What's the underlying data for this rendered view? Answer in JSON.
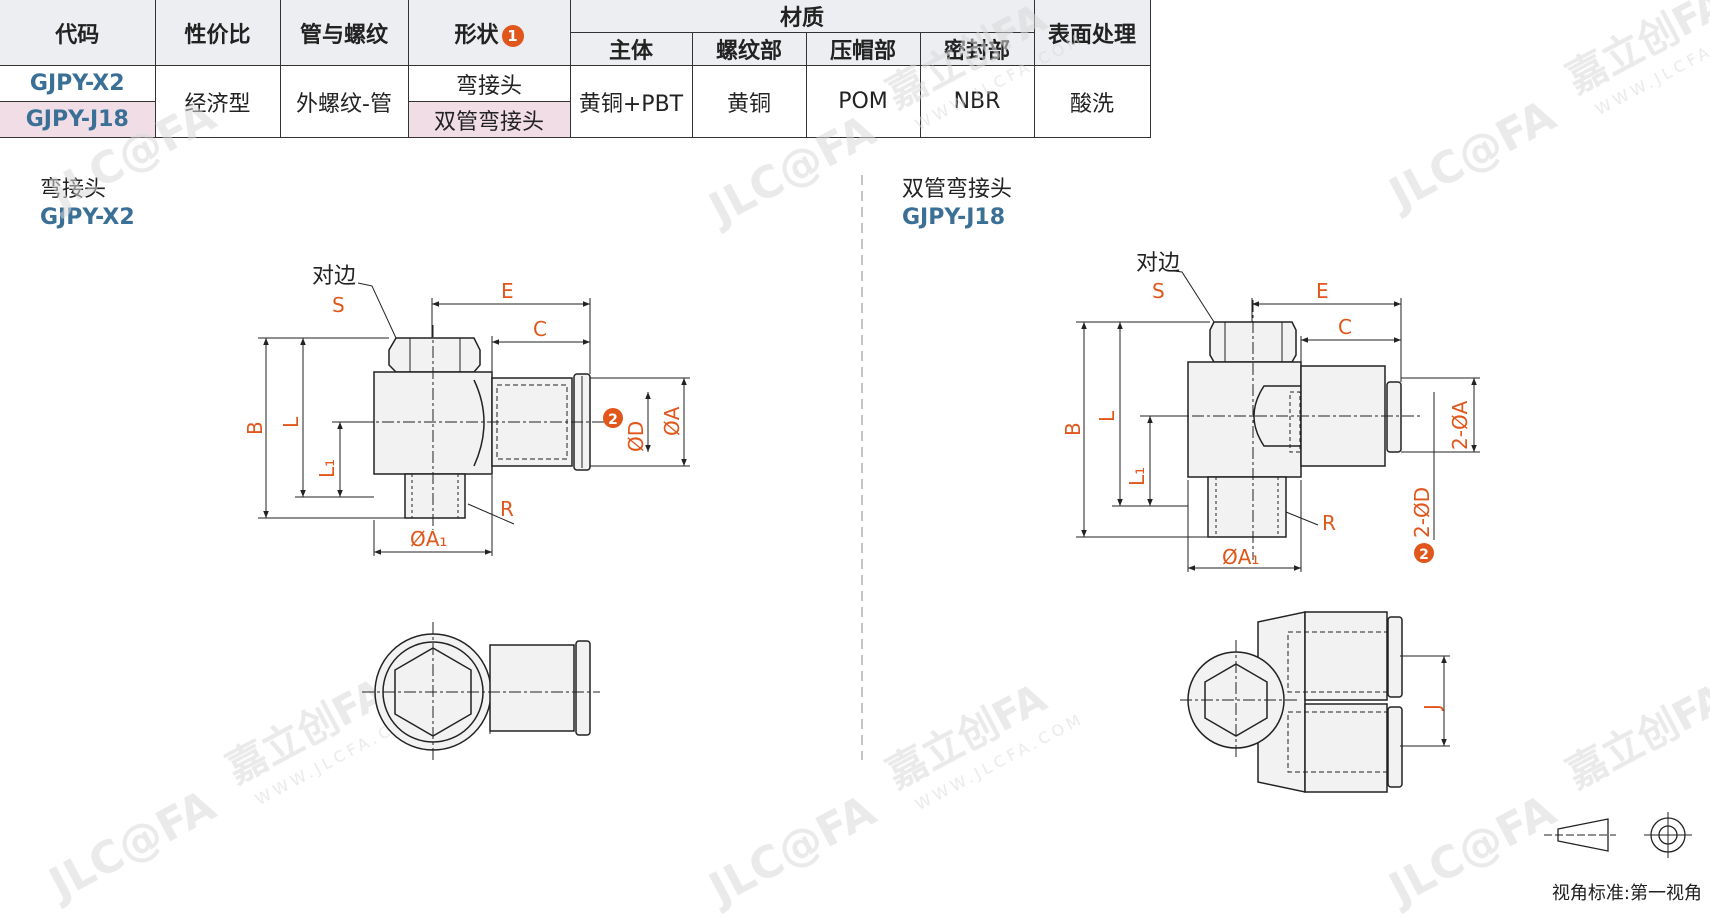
{
  "table": {
    "headers": {
      "code": "代码",
      "price_ratio": "性价比",
      "pipe_thread": "管与螺纹",
      "shape": "形状",
      "shape_badge": "1",
      "material": "材质",
      "surface": "表面处理"
    },
    "material_headers": [
      "主体",
      "螺纹部",
      "压帽部",
      "密封部"
    ],
    "rows": [
      {
        "code": "GJPY-X2",
        "shape": "弯接头"
      },
      {
        "code": "GJPY-J18",
        "shape": "双管弯接头"
      }
    ],
    "shared": {
      "price_ratio": "经济型",
      "pipe_thread": "外螺纹-管",
      "materials": [
        "黄铜+PBT",
        "黄铜",
        "POM",
        "NBR"
      ],
      "surface": "酸洗"
    }
  },
  "left_section": {
    "title": "弯接头",
    "code": "GJPY-X2",
    "labels": {
      "across_flats": "对边",
      "S": "S",
      "E": "E",
      "C": "C",
      "B": "B",
      "L": "L",
      "L1": "L₁",
      "R": "R",
      "A1": "ØA₁",
      "D": "ØD",
      "A": "ØA",
      "badge": "2"
    }
  },
  "right_section": {
    "title": "双管弯接头",
    "code": "GJPY-J18",
    "labels": {
      "across_flats": "对边",
      "S": "S",
      "E": "E",
      "C": "C",
      "B": "B",
      "L": "L",
      "L1": "L₁",
      "R": "R",
      "A1": "ØA₁",
      "A": "2-ØA",
      "D": "2-ØD",
      "J": "J",
      "badge": "2"
    }
  },
  "watermark": {
    "brand": "嘉立创FA",
    "logo": "JLC@FA",
    "url": "WWW.JLCFA.COM"
  },
  "projection": {
    "label": "视角标准:第一视角"
  },
  "colors": {
    "code_blue": "#3a6f96",
    "dim_orange": "#e0561b",
    "pink_row": "#f1dde6",
    "header_gray": "#eceef1",
    "part_fill": "#f2f2f2"
  }
}
